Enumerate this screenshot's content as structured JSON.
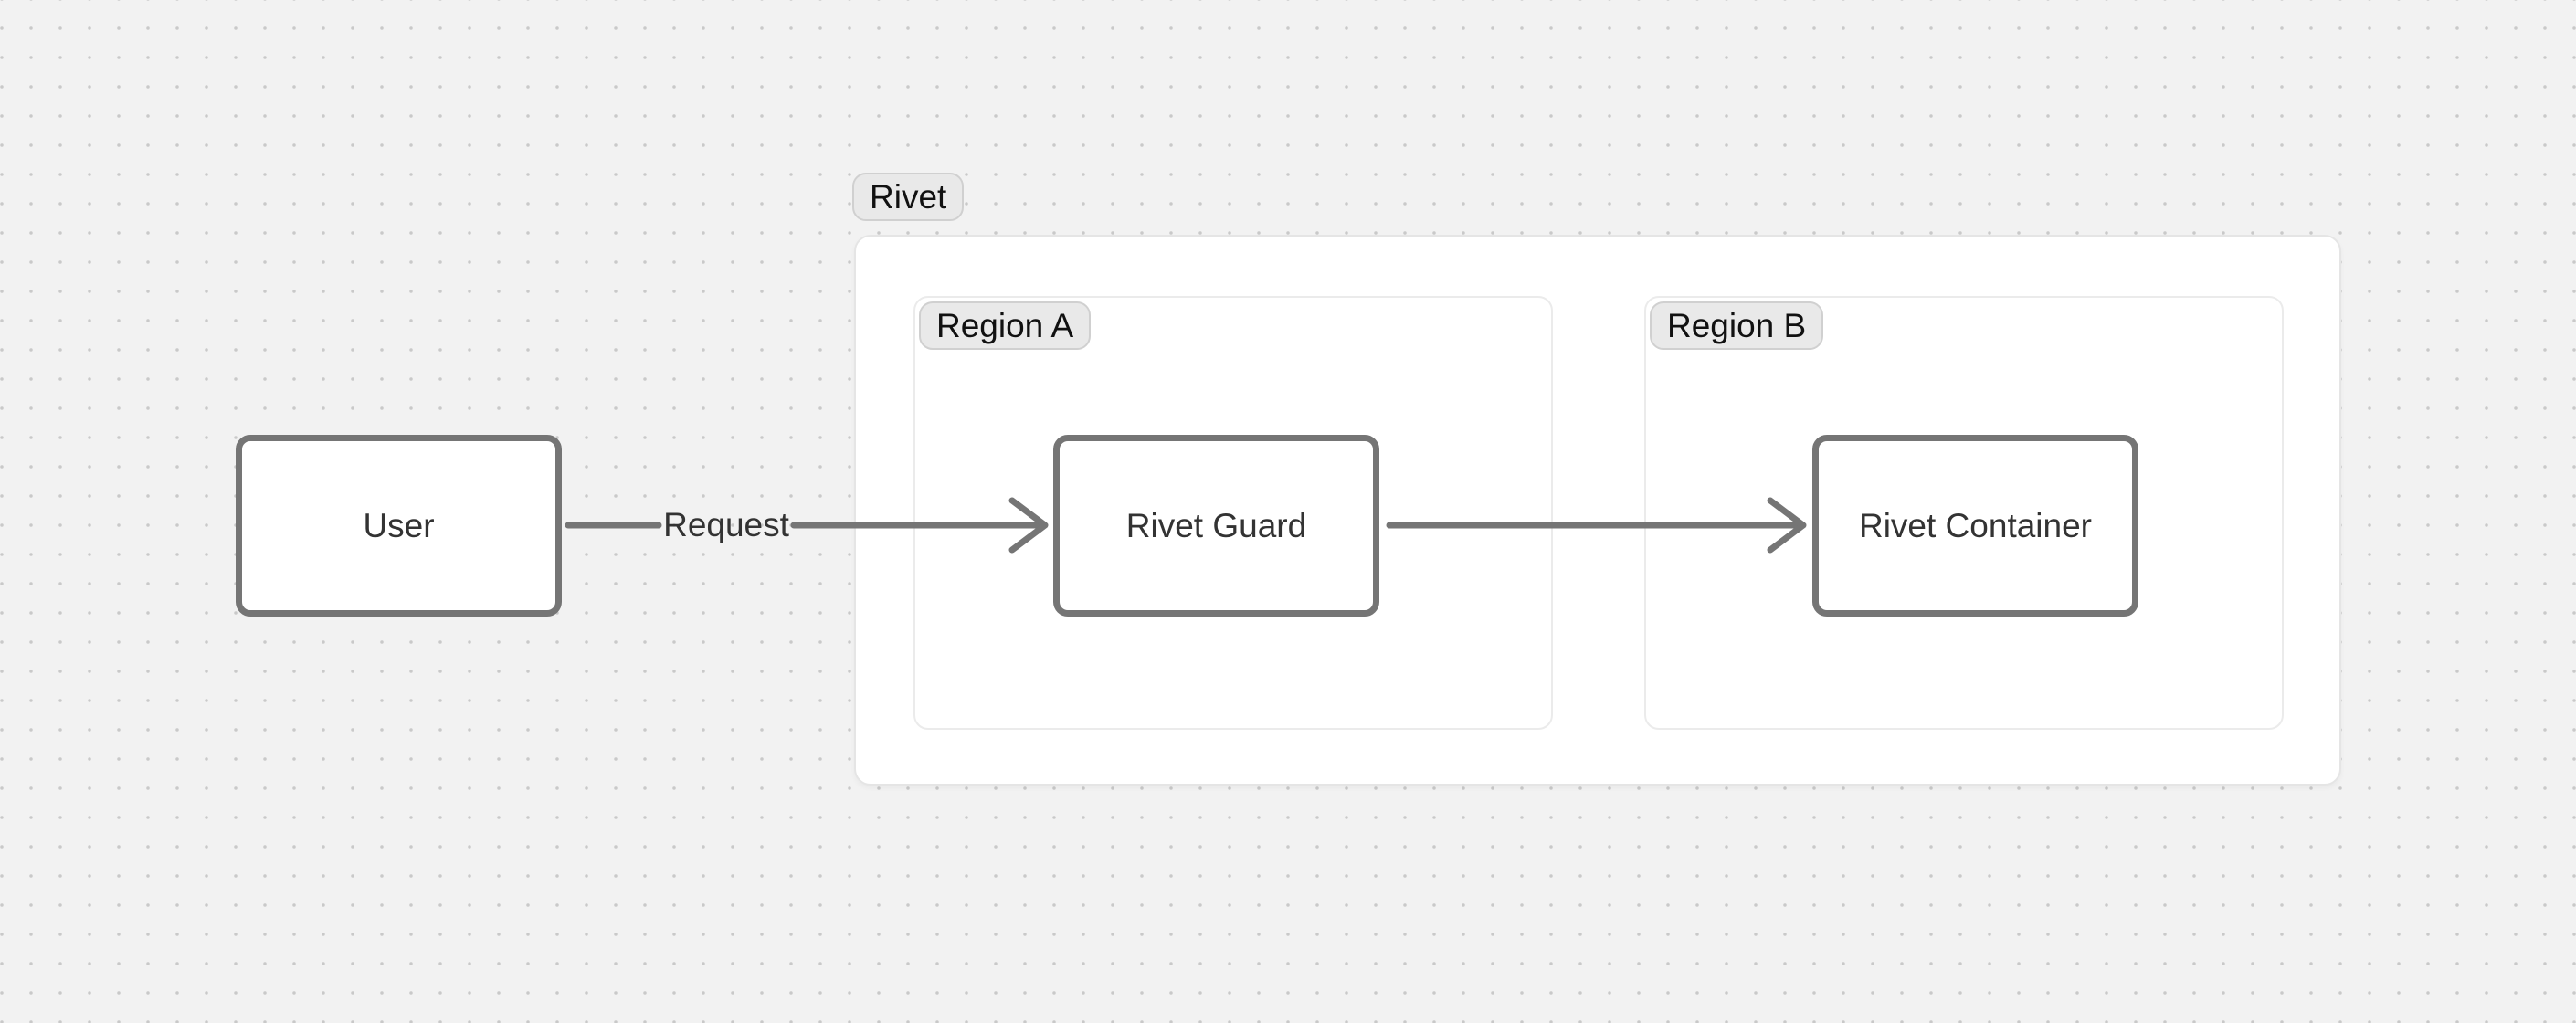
{
  "diagram": {
    "group_label": "Rivet",
    "regions": [
      {
        "label": "Region A"
      },
      {
        "label": "Region B"
      }
    ],
    "nodes": [
      {
        "id": "user",
        "label": "User"
      },
      {
        "id": "rivet-guard",
        "label": "Rivet Guard"
      },
      {
        "id": "rivet-container",
        "label": "Rivet Container"
      }
    ],
    "edges": [
      {
        "from": "user",
        "to": "rivet-guard",
        "label": "Request"
      },
      {
        "from": "rivet-guard",
        "to": "rivet-container"
      }
    ]
  },
  "colors": {
    "canvas_background": "#f2f2f2",
    "grid_dot": "#c9c9c9",
    "container_background": "#ffffff",
    "container_border": "#e5e5e5",
    "region_border": "#ebebeb",
    "badge_background": "#e9e9e9",
    "badge_border": "#d0d0d0",
    "badge_text": "#111111",
    "node_background": "#ffffff",
    "node_border": "#757575",
    "node_text": "#333333",
    "arrow": "#757575"
  }
}
